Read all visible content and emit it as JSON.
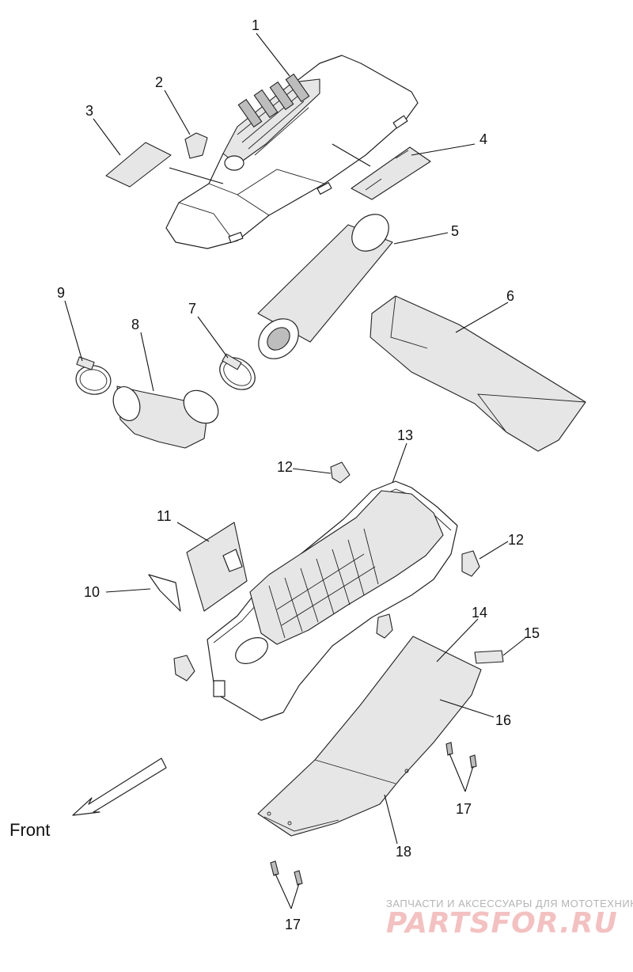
{
  "callouts": {
    "c1": "1",
    "c2": "2",
    "c3": "3",
    "c4": "4",
    "c5": "5",
    "c6": "6",
    "c7": "7",
    "c8": "8",
    "c9": "9",
    "c10": "10",
    "c11": "11",
    "c12a": "12",
    "c12b": "12",
    "c13": "13",
    "c14": "14",
    "c15": "15",
    "c16": "16",
    "c17a": "17",
    "c17b": "17",
    "c18": "18"
  },
  "front_label": "Front",
  "watermark": {
    "tagline": "ЗАПЧАСТИ И АКСЕССУАРЫ ДЛЯ МОТОТЕХНИКИ",
    "logo": "PARTSFOR.RU",
    "color": "#e58a8a"
  }
}
